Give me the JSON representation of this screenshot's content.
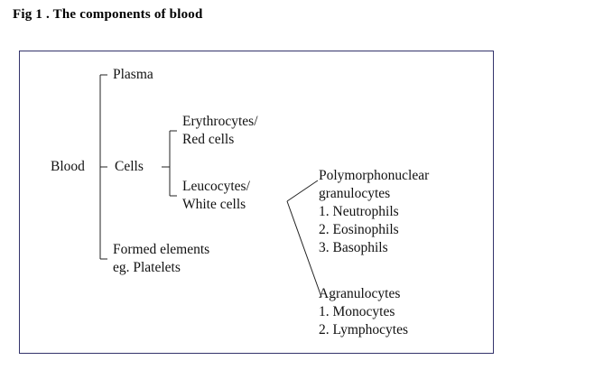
{
  "figure": {
    "title": "Fig 1 . The components of blood"
  },
  "diagram": {
    "border_color": "#33336b",
    "line_color": "#222222",
    "nodes": {
      "root": "Blood",
      "plasma": "Plasma",
      "cells": "Cells",
      "formed_elements": "Formed elements\neg. Platelets",
      "erythrocytes": "Erythrocytes/\nRed cells",
      "leucocytes": "Leucocytes/\nWhite cells",
      "polymorphonuclear": "Polymorphonuclear\ngranulocytes\n1. Neutrophils\n2. Eosinophils\n3. Basophils",
      "agranulocytes": "Agranulocytes\n1.  Monocytes\n2.  Lymphocytes"
    }
  }
}
